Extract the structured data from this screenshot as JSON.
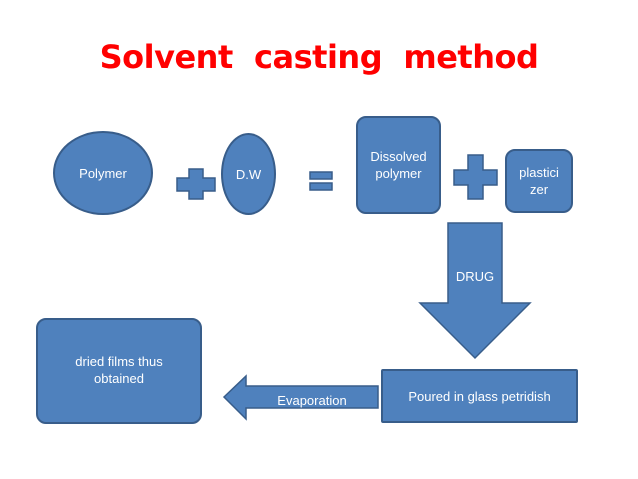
{
  "title": "Solvent  casting  method",
  "nodes": {
    "polymer": "Polymer",
    "dw": "D.W",
    "dissolved_polymer": "Dissolved polymer",
    "plasticizer": "plastici zer",
    "drug": "DRUG",
    "poured": "Poured in glass petridish",
    "evaporation": "Evaporation",
    "dried_films": "dried films thus obtained"
  },
  "colors": {
    "title": "#ff0000",
    "shape_fill": "#4f81bd",
    "shape_border": "#385d8a",
    "text": "#ffffff"
  },
  "icons": [
    "plus-icon",
    "equals-icon",
    "plus-icon",
    "down-arrow-icon",
    "left-arrow-icon"
  ]
}
